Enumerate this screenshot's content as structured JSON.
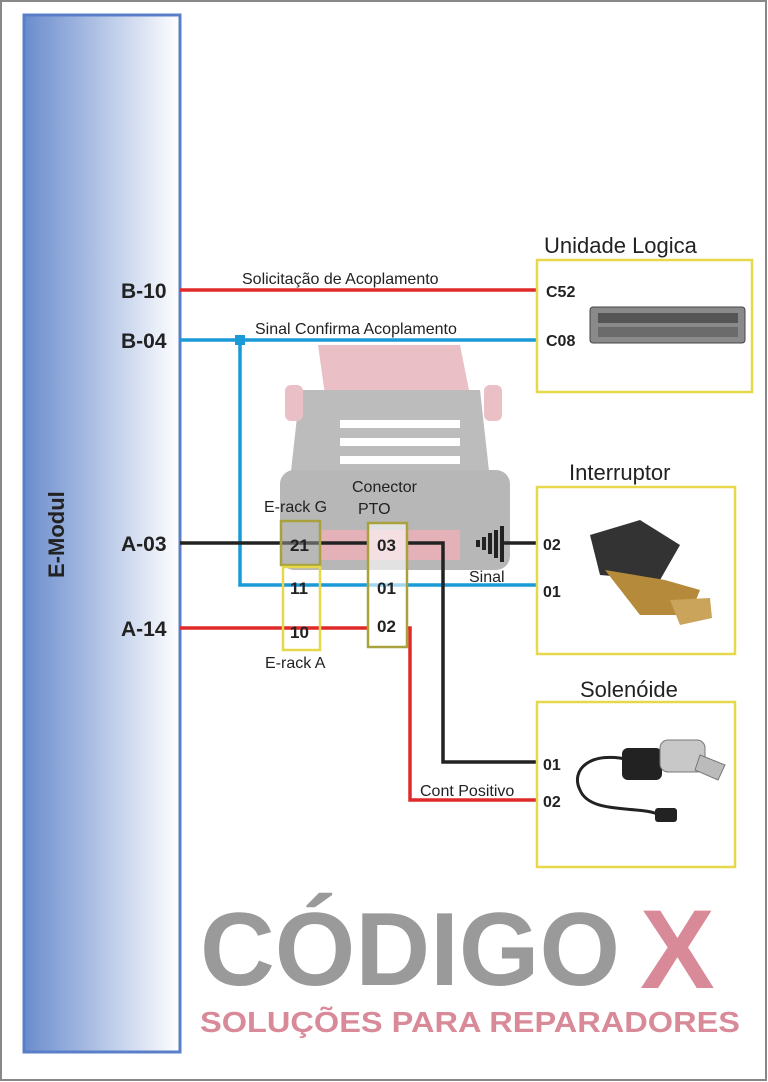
{
  "module": {
    "title": "E-Modul"
  },
  "pins": {
    "b10": "B-10",
    "b04": "B-04",
    "a03": "A-03",
    "a14": "A-14"
  },
  "wires": {
    "solicitacao": "Solicitação de Acoplamento",
    "sinal_confirma": "Sinal Confirma Acoplamento",
    "cont_positivo": "Cont Positivo",
    "sinal": "Sinal"
  },
  "unidade_logica": {
    "title": "Unidade Logica",
    "pins": [
      "C52",
      "C08"
    ]
  },
  "erack_g": {
    "title": "E-rack G",
    "pins": [
      "21"
    ]
  },
  "erack_a": {
    "title": "E-rack A",
    "pins": [
      "11",
      "10"
    ]
  },
  "pto": {
    "title_line1": "Conector",
    "title_line2": "PTO",
    "pins": [
      "03",
      "01",
      "02"
    ]
  },
  "interruptor": {
    "title": "Interruptor",
    "pins": [
      "02",
      "01"
    ]
  },
  "solenoide": {
    "title": "Solenóide",
    "pins": [
      "01",
      "02"
    ]
  },
  "watermark": {
    "brand": "CÓDIGO",
    "brand_x": "X",
    "tagline": "SOLUÇÕES PARA REPARADORES"
  },
  "colors": {
    "red": "#e02a2a",
    "blue": "#1a9ad6",
    "black": "#222222",
    "yellow": "#e6d84a",
    "olive": "#a9a23c"
  }
}
